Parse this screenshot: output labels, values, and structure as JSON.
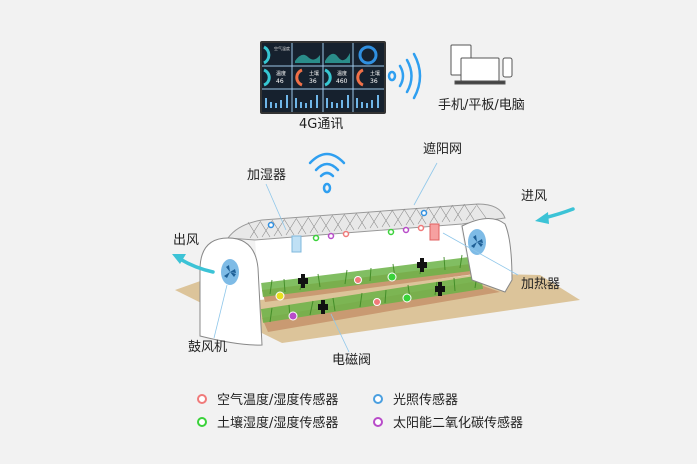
{
  "diagram": {
    "top": {
      "dashboard_label": "4G通讯",
      "devices_label": "手机/平板/电脑",
      "dashboard_tiles": [
        {
          "title": "空气温度",
          "value": ""
        },
        {
          "title": "",
          "value": ""
        },
        {
          "title": "",
          "value": ""
        },
        {
          "title": "",
          "value": ""
        },
        {
          "title": "温度",
          "value": "46"
        },
        {
          "title": "土壤",
          "value": "36"
        },
        {
          "title": "温度",
          "value": "460"
        },
        {
          "title": "土壤",
          "value": "36"
        }
      ]
    },
    "greenhouse": {
      "labels": {
        "humidifier": "加湿器",
        "shade_net": "遮阳网",
        "air_in": "进风",
        "air_out": "出风",
        "heater": "加热器",
        "blower": "鼓风机",
        "solenoid_valve": "电磁阀"
      }
    },
    "legend": [
      {
        "label": "空气温度/湿度传感器",
        "color": "#f07a7a"
      },
      {
        "label": "光照传感器",
        "color": "#4a9fe0"
      },
      {
        "label": "土壤湿度/湿度传感器",
        "color": "#3ad23a"
      },
      {
        "label": "太阳能二氧化碳传感器",
        "color": "#b84bc9"
      }
    ],
    "colors": {
      "background": "#f2f2f2",
      "accent_cyan": "#3cc3d6",
      "wifi_blue": "#2f9ff0",
      "ground": "#dcc49a",
      "soil": "#c99a72",
      "grass": "#5ea83a"
    }
  }
}
